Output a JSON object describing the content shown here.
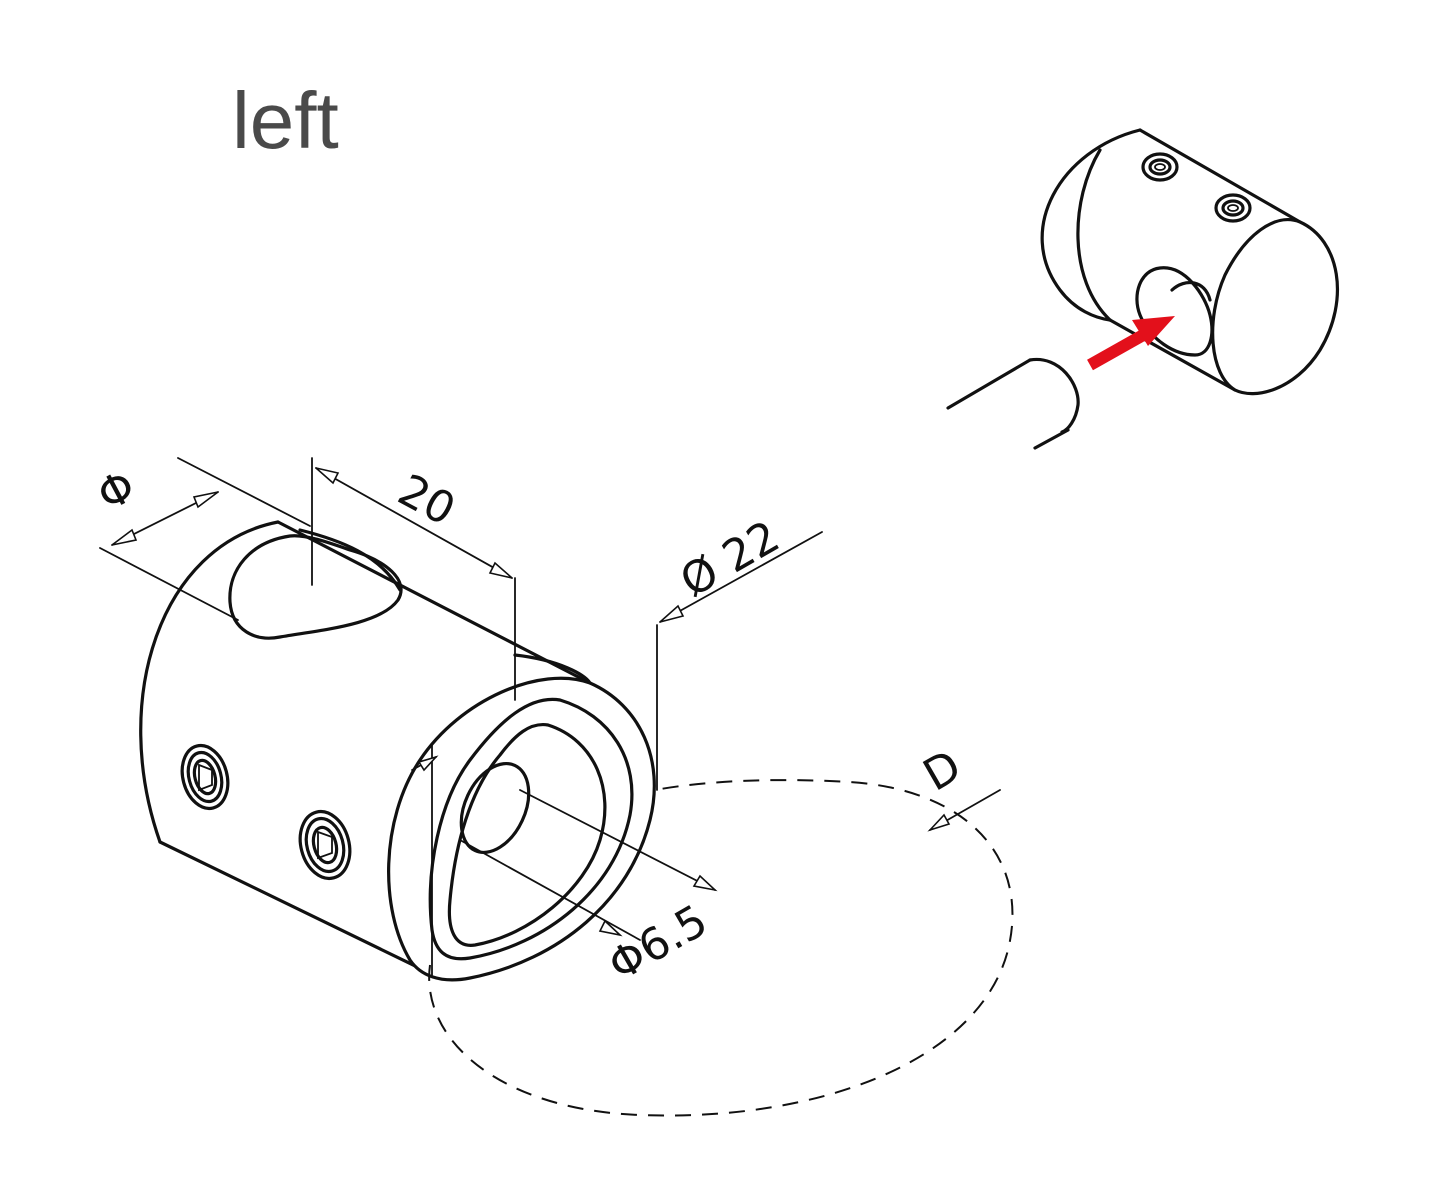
{
  "title": "left",
  "dimensions": {
    "phi": "Φ",
    "length": "20",
    "outer_diameter": "Ø 22",
    "hole_diameter": "Φ6.5",
    "depth": "D"
  },
  "colors": {
    "line": "#111111",
    "title": "#4a4a4a",
    "arrow": "#e3101b",
    "background": "#ffffff"
  },
  "icons": {
    "screw": "hex-socket-screw-icon",
    "insert_arrow": "insert-direction-arrow-icon"
  }
}
